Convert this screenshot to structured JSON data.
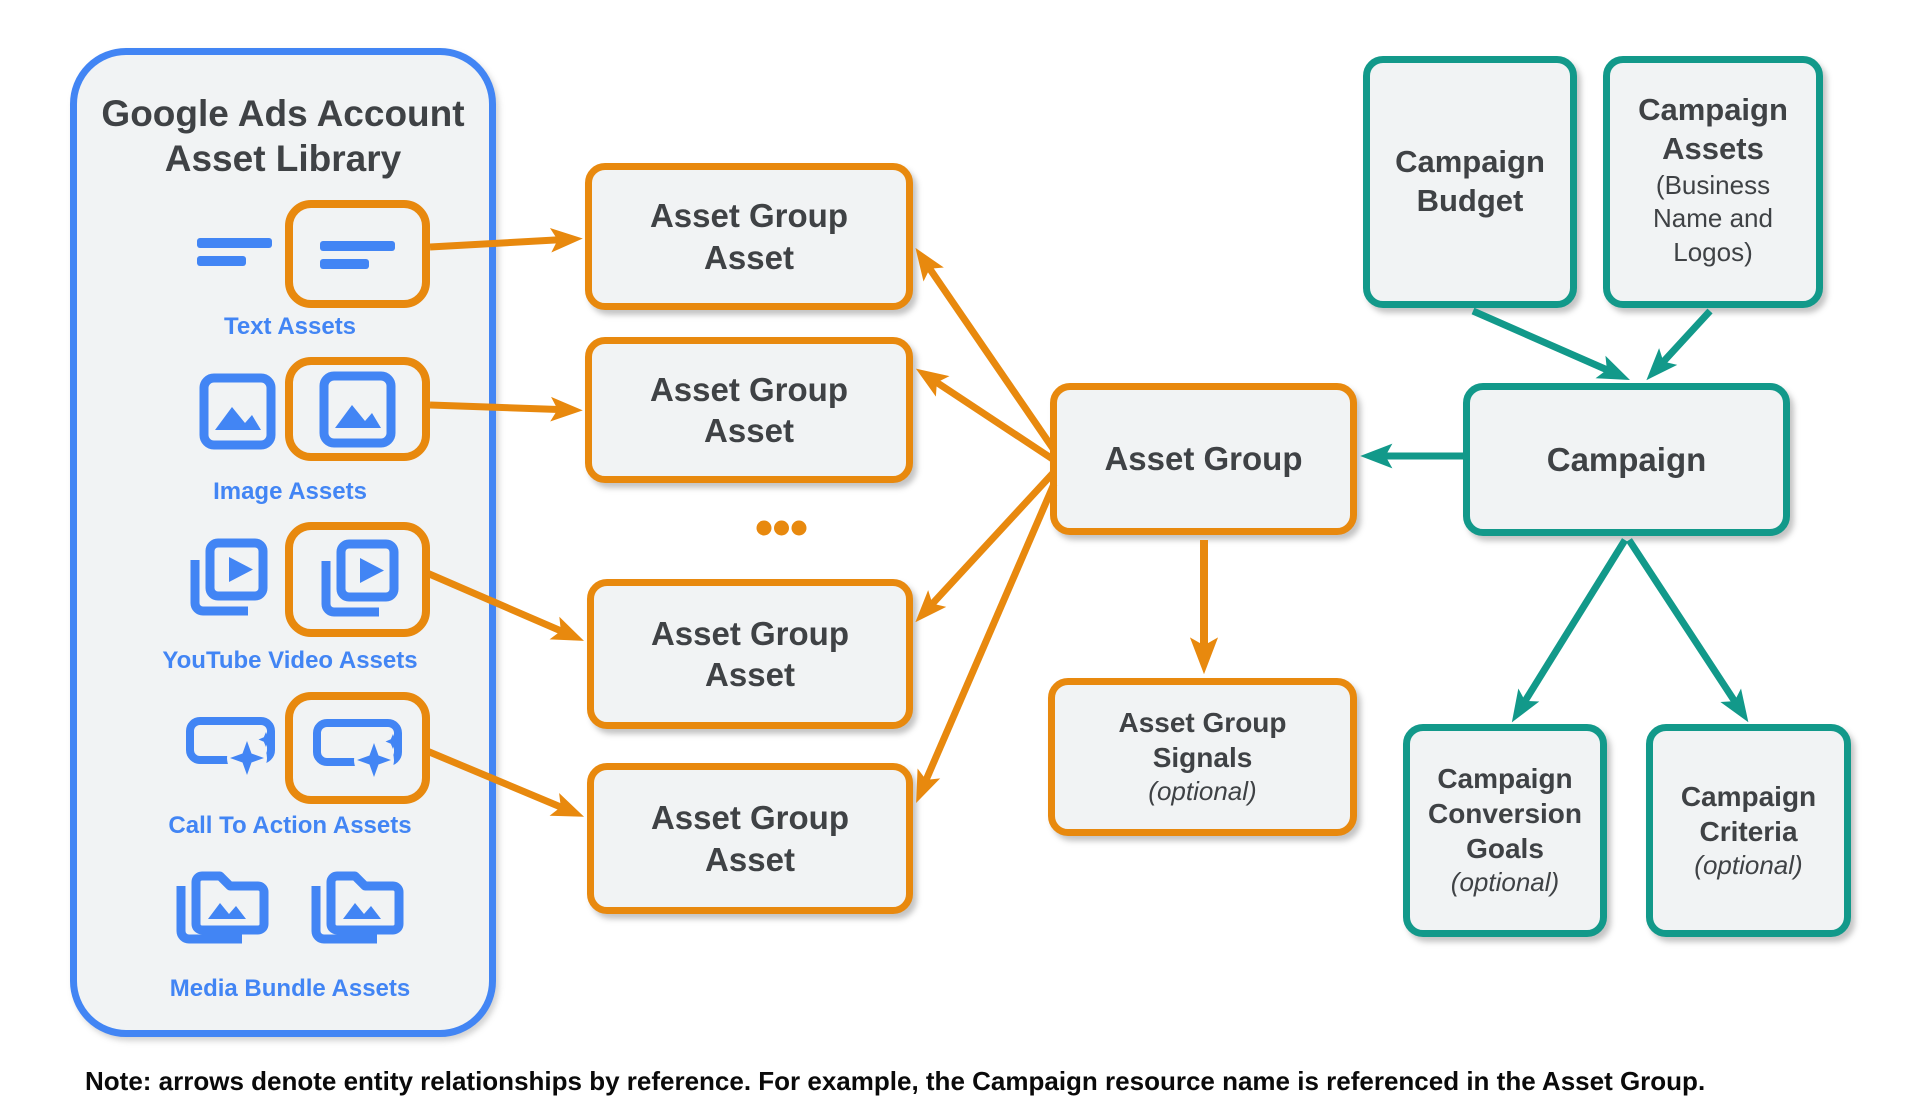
{
  "colors": {
    "blue": "#4285F4",
    "orange": "#E8890E",
    "teal": "#12998A",
    "box_fill": "#F1F3F4",
    "text": "#3F4245"
  },
  "library": {
    "title": "Google Ads Account Asset Library",
    "rows": [
      {
        "label": "Text Assets",
        "icon": "text-lines-icon"
      },
      {
        "label": "Image Assets",
        "icon": "image-icon"
      },
      {
        "label": "YouTube Video Assets",
        "icon": "video-play-icon"
      },
      {
        "label": "Call To Action Assets",
        "icon": "cta-sparkle-icon"
      },
      {
        "label": "Media Bundle Assets",
        "icon": "media-folder-icon"
      }
    ]
  },
  "asset_group_assets": {
    "label": "Asset Group Asset",
    "ellipsis": "..."
  },
  "asset_group": {
    "label": "Asset Group"
  },
  "asset_group_signals": {
    "title": "Asset Group Signals",
    "qualifier": "(optional)"
  },
  "campaign_budget": {
    "label": "Campaign Budget"
  },
  "campaign_assets": {
    "title": "Campaign Assets",
    "subtitle": "(Business Name and Logos)"
  },
  "campaign": {
    "label": "Campaign"
  },
  "campaign_conversion_goals": {
    "title": "Campaign Conversion Goals",
    "qualifier": "(optional)"
  },
  "campaign_criteria": {
    "title": "Campaign Criteria",
    "qualifier": "(optional)"
  },
  "note": "Note: arrows denote entity relationships by reference. For example, the Campaign resource name is referenced in the Asset Group."
}
